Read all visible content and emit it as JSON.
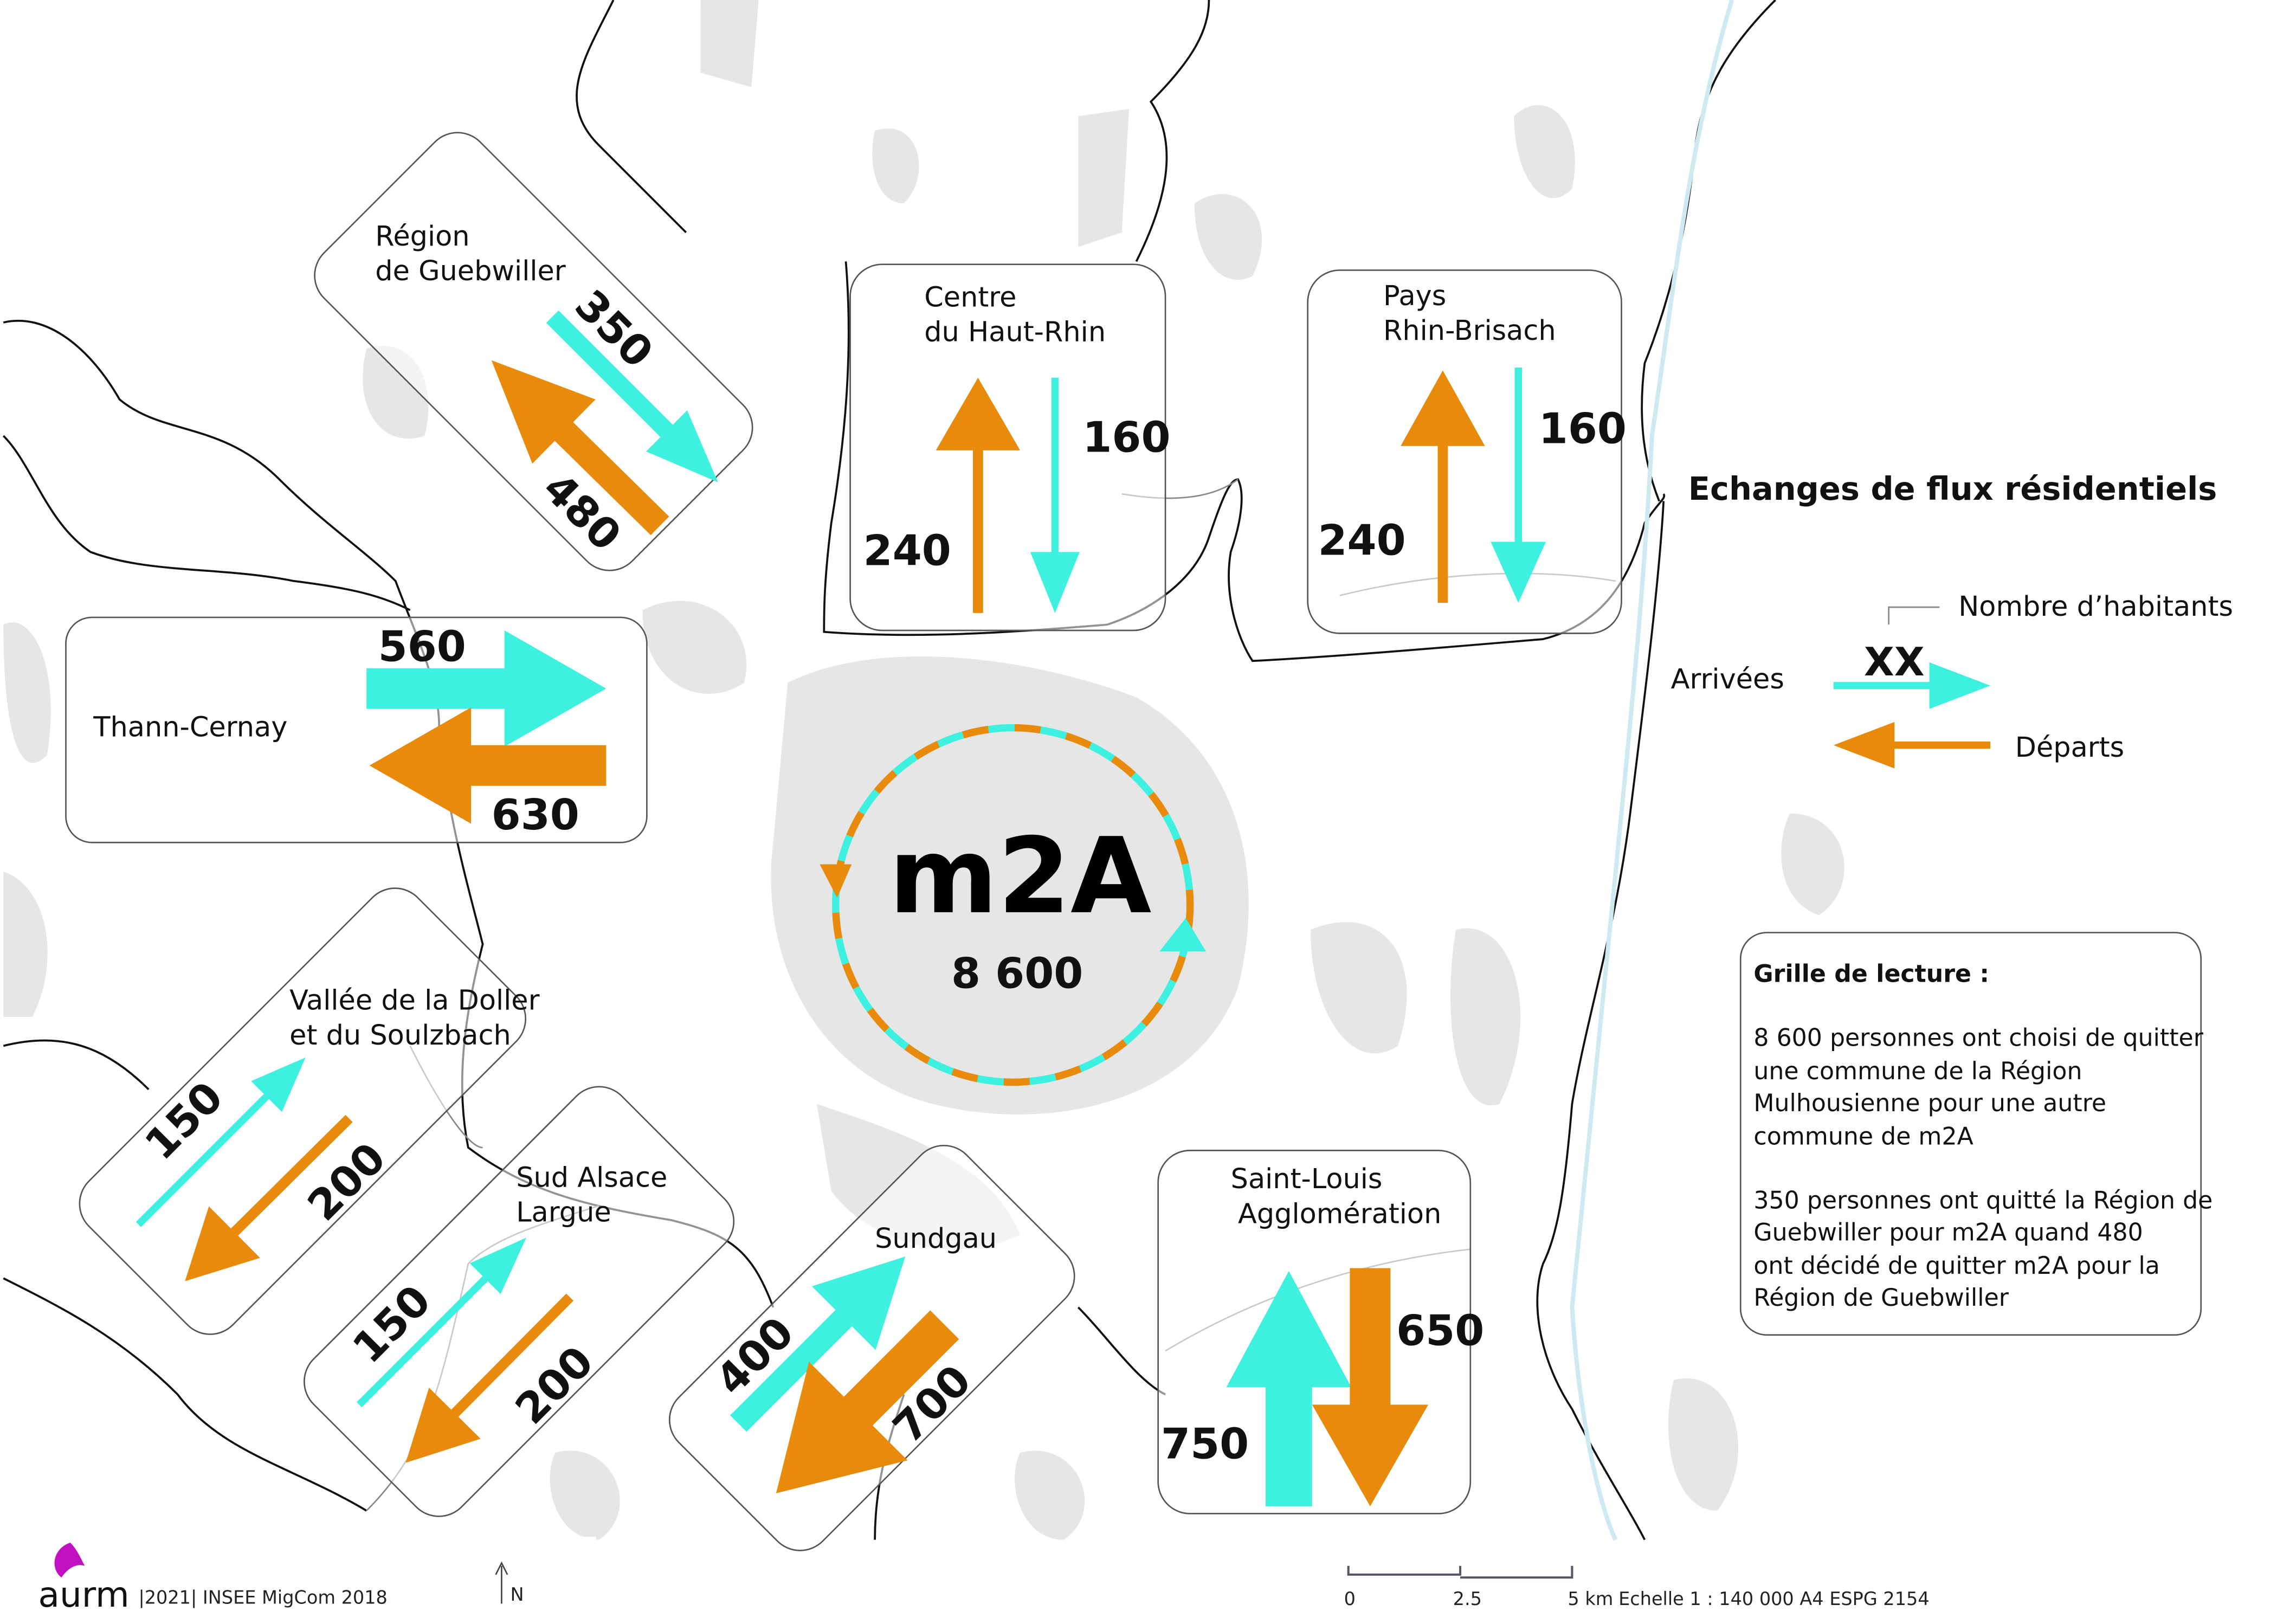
{
  "colors": {
    "arrivals": "#3ef0e0",
    "departures": "#e88a0c",
    "urban": "#e4e4e4",
    "border": "#111111"
  },
  "title": "Echanges de flux résidentiels",
  "center": {
    "name": "m2A",
    "value": "8 600"
  },
  "zones": [
    {
      "name_l1": "Région",
      "name_l2": "de Guebwiller",
      "arrivals": "350",
      "departures": "480"
    },
    {
      "name_l1": "Centre",
      "name_l2": "du Haut-Rhin",
      "arrivals": "160",
      "departures": "240"
    },
    {
      "name_l1": "Pays",
      "name_l2": "Rhin-Brisach",
      "arrivals": "160",
      "departures": "240"
    },
    {
      "name_l1": "Thann-Cernay",
      "arrivals": "560",
      "departures": "630"
    },
    {
      "name_l1": "Vallée de la Doller",
      "name_l2": "et du Soulzbach",
      "arrivals": "150",
      "departures": "200"
    },
    {
      "name_l1": "Sud Alsace",
      "name_l2": "Largue",
      "arrivals": "150",
      "departures": "200"
    },
    {
      "name_l1": "Sundgau",
      "arrivals": "400",
      "departures": "700"
    },
    {
      "name_l1": "Saint-Louis",
      "name_l2": "Agglomération",
      "arrivals": "750",
      "departures": "650"
    }
  ],
  "legend": {
    "count_label": "Nombre d’habitants",
    "placeholder": "XX",
    "arrivals": "Arrivées",
    "departures": "Départs"
  },
  "reading_grid": {
    "title": "Grille de lecture :",
    "p1": [
      "8 600 personnes ont choisi de quitter",
      "une commune de la Région",
      "Mulhousienne pour une autre",
      "commune de m2A"
    ],
    "p2": [
      "350 personnes ont quitté la Région de",
      "Guebwiller pour m2A quand 480",
      "ont décidé de quitter m2A pour la",
      "Région de Guebwiller"
    ]
  },
  "footer": {
    "logo": "aurm",
    "source": "|2021| INSEE MigCom 2018",
    "north": "N",
    "scale_ticks": [
      "0",
      "2.5",
      "5 km"
    ],
    "scale_text": "Echelle 1 : 140 000 A4 ESPG 2154"
  }
}
